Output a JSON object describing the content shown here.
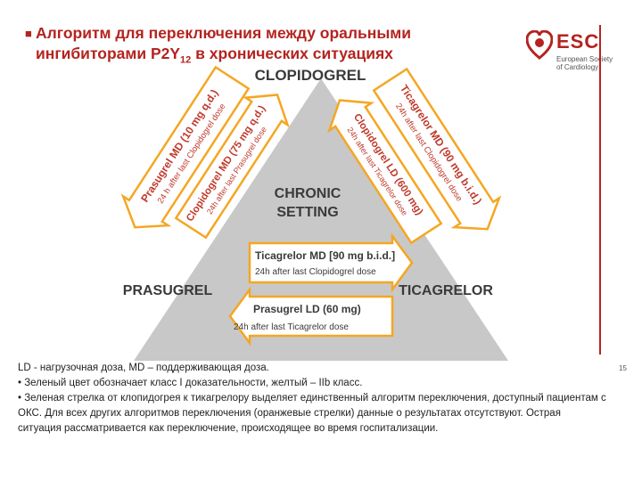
{
  "title": {
    "bullet": "■",
    "line1": "Алгоритм для переключения между оральными",
    "line2_prefix": "ингибиторами P2Y",
    "line2_sub": "12",
    "line2_suffix": " в хронических ситуациях"
  },
  "logo": {
    "text": "ESC",
    "sub1": "European Society",
    "sub2": "of Cardiology"
  },
  "page_number": "15",
  "diagram": {
    "node_top": "CLOPIDOGREL",
    "node_left": "PRASUGREL",
    "node_right": "TICAGRELOR",
    "center_line1": "CHRONIC",
    "center_line2": "SETTING",
    "arrows": {
      "prasugrel_to_clopi": {
        "line1": "Clopidogrel MD (75 mg q.d.)",
        "line2": "24h after last Prasugrel dose"
      },
      "clopi_to_prasugrel": {
        "line1": "Prasugrel MD (10 mg q.d.)",
        "line2": "24 h after last Clopidogrel dose"
      },
      "ticagrelor_to_clopi": {
        "line1": "Clopidogrel LD (600 mg)",
        "line2": "24h after last Ticagrelor dose"
      },
      "clopi_to_ticagrelor": {
        "line1": "Ticagrelor MD (90 mg b.i.d.)",
        "line2": "24h after last Clopidogrel dose"
      },
      "prasugrel_to_ticagrelor": {
        "line1": "Ticagrelor MD [90 mg b.i.d.]",
        "line2": "24h after last Clopidogrel dose"
      },
      "ticagrelor_to_prasugrel": {
        "line1": "Prasugrel LD (60 mg)",
        "line2": "24h after last Ticagrelor dose"
      }
    }
  },
  "notes": {
    "line1": "LD -  нагрузочная доза, MD – поддерживающая доза.",
    "line2": "• Зеленый цвет обозначает класс I доказательности, желтый – IIb класс.",
    "line3": "• Зеленая стрелка от клопидогрея к тикагрелору выделяет единственный алгоритм переключения, доступный пациентам с ОКС. Для всех других алгоритмов переключения (оранжевые стрелки) данные о результатах отсутствуют. Острая ситуация рассматривается как переключение, происходящее во время госпитализации."
  },
  "colors": {
    "accent": "#b4231f",
    "triangle": "#c8c8c8",
    "orange": "#f5a623",
    "green": "#8fc74a"
  }
}
